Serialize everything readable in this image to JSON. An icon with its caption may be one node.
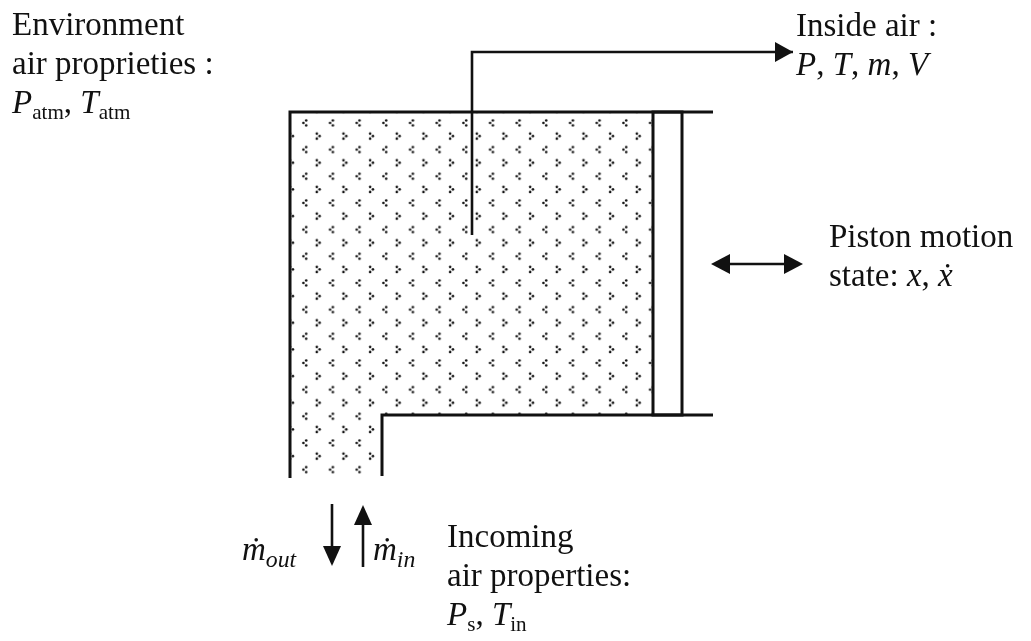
{
  "diagram": {
    "nodes": [
      {
        "text": [
          "Inside air : *P*, *T*, *m*, *V*"
        ]
      },
      {
        "text": [],
        "shape": "box"
      }
    ],
    "edges": [
      {
        "from": 1,
        "to": 0,
        "arrow": "to"
      }
    ],
    "labels": [
      "Environment air proprieties : *P*$_{atm}$, *T*$_{atm}$",
      "Piston motion state: *x*, *ẋ*",
      "ṁ$_{out}$",
      "ṁ$_{in}$",
      "Incoming air properties: *P*$_{s}$, *T*$_{in}$"
    ]
  }
}
